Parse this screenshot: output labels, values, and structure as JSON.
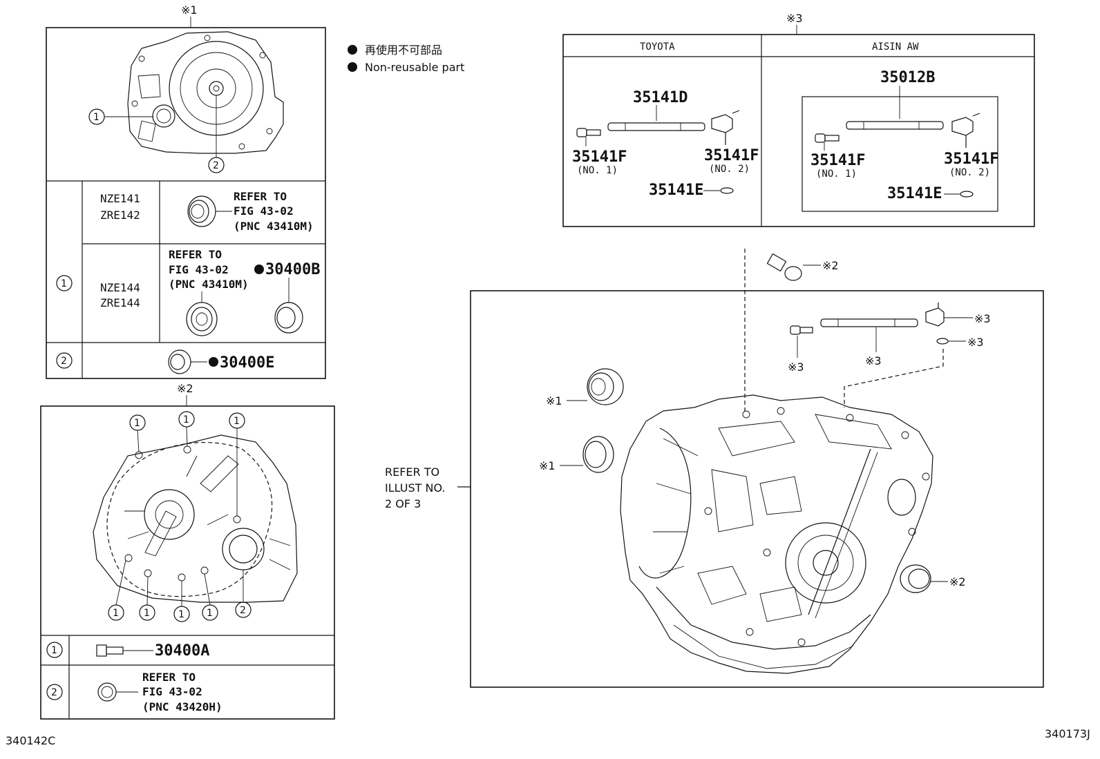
{
  "legend": {
    "jp": "再使用不可部品",
    "en": "Non-reusable part"
  },
  "marks": {
    "note1": "※1",
    "note2": "※2",
    "note3": "※3",
    "circ1": "1",
    "circ2": "2"
  },
  "table1": {
    "row1_models": [
      "NZE141",
      "ZRE142"
    ],
    "row1_refer": [
      "REFER TO",
      "FIG 43-02",
      "(PNC 43410M)"
    ],
    "row2_models": [
      "NZE144",
      "ZRE144"
    ],
    "row2_refer": [
      "REFER TO",
      "FIG 43-02",
      "(PNC 43410M)"
    ],
    "row2_part": "30400B",
    "row3_part": "30400E"
  },
  "table2": {
    "row1_part": "30400A",
    "row2_refer": [
      "REFER TO",
      "FIG 43-02",
      "(PNC 43420H)"
    ]
  },
  "shaft_table": {
    "col_toyota": "TOYOTA",
    "col_aisin": "AISIN AW",
    "toyota_main": "35141D",
    "aisin_main": "35012B",
    "p_35141F": "35141F",
    "no1": "(NO. 1)",
    "no2": "(NO. 2)",
    "p_35141E": "35141E"
  },
  "main": {
    "refer": [
      "REFER TO",
      "ILLUST NO.",
      "2 OF 3"
    ]
  },
  "codes": {
    "left": "340142C",
    "right": "340173J"
  }
}
